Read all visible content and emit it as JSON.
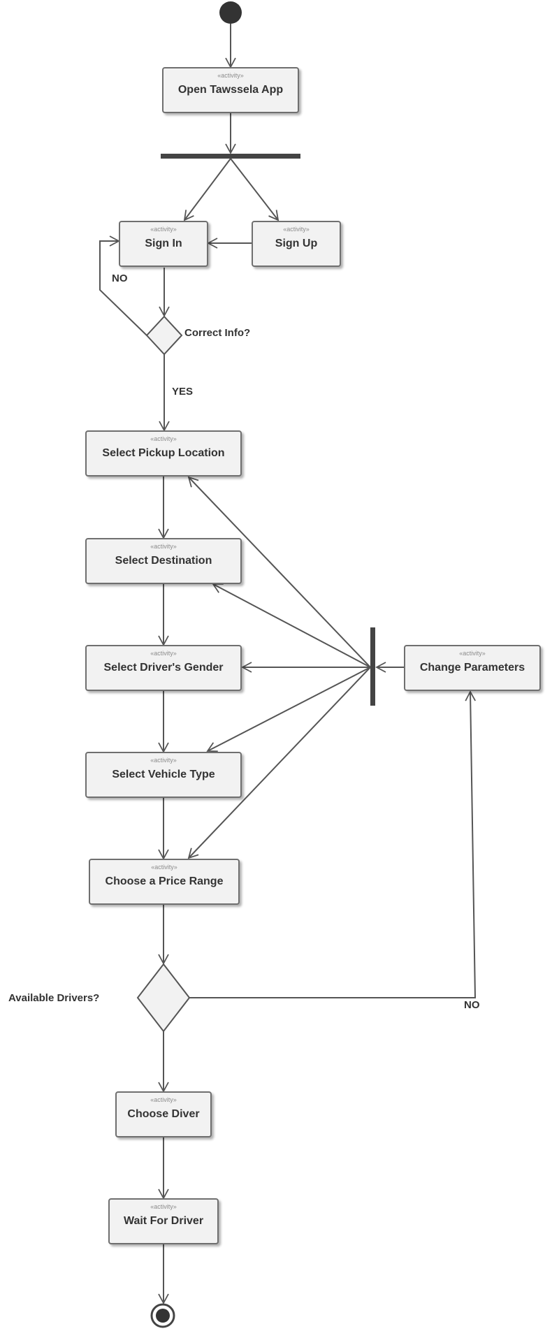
{
  "diagram": {
    "stereotype": "«activity»",
    "activities": {
      "open_app": "Open Tawssela App",
      "sign_in": "Sign In",
      "sign_up": "Sign Up",
      "select_pickup": "Select Pickup Location",
      "select_destination": "Select Destination",
      "select_gender": "Select Driver's Gender",
      "select_vehicle": "Select Vehicle Type",
      "choose_price": "Choose a Price Range",
      "change_parameters": "Change Parameters",
      "choose_driver": "Choose Diver",
      "wait_driver": "Wait For Driver"
    },
    "decisions": {
      "correct_info": "Correct Info?",
      "available_drivers": "Available Drivers?"
    },
    "guards": {
      "no_login": "NO",
      "yes_login": "YES",
      "no_drivers": "NO"
    },
    "colors": {
      "stroke": "#555555",
      "node_fill": "#f2f2f2",
      "bar": "#444444",
      "text": "#333333"
    }
  }
}
